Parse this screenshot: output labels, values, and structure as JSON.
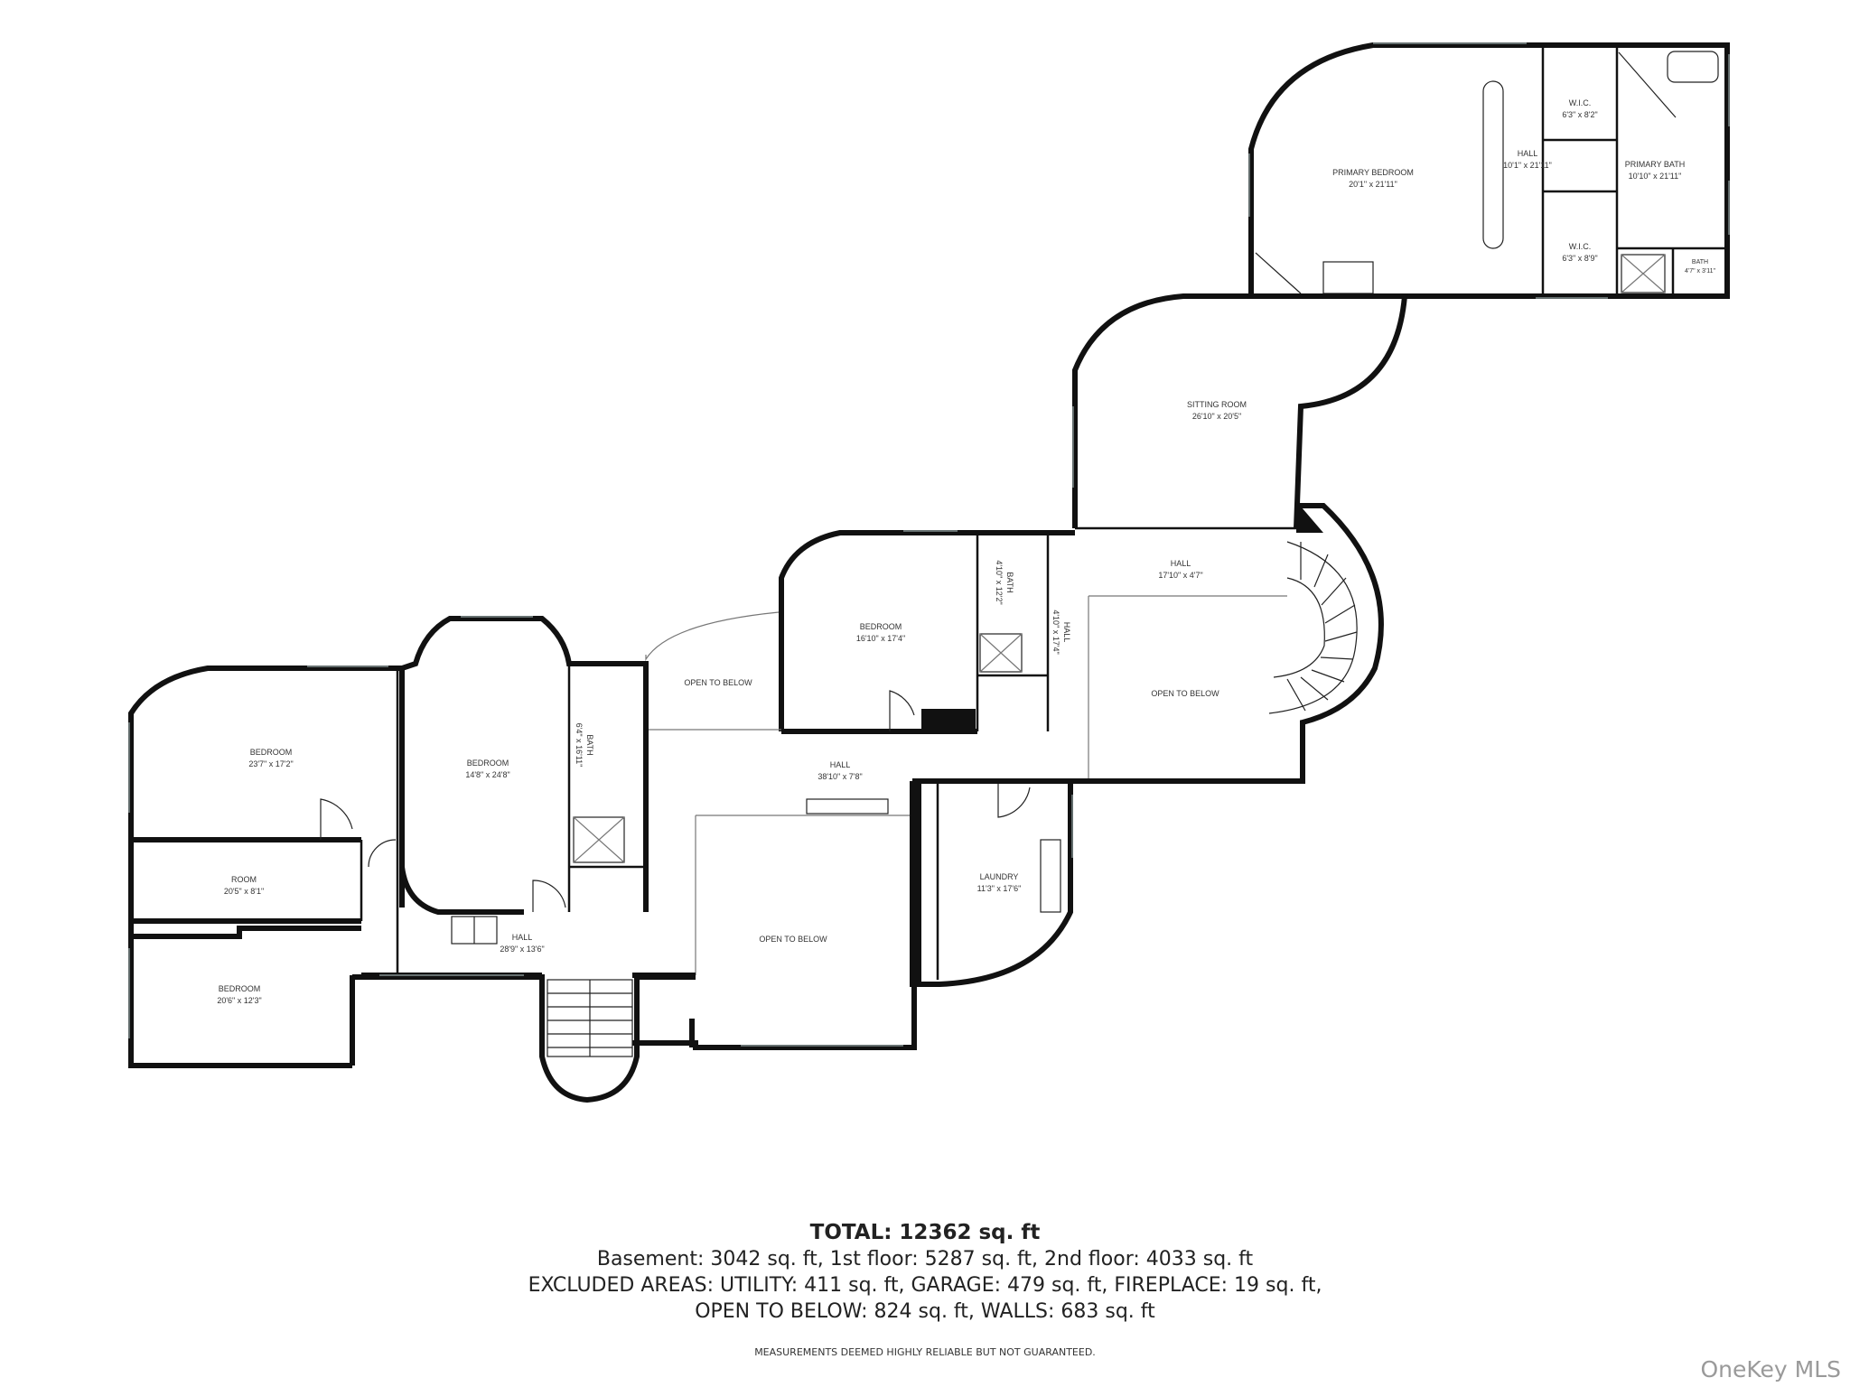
{
  "rooms": {
    "primary_bedroom": {
      "name": "PRIMARY BEDROOM",
      "dim": "20'1\" x 21'11\""
    },
    "hall_primary": {
      "name": "HALL",
      "dim": "10'1\" x 21'11\""
    },
    "wic_top": {
      "name": "W.I.C.",
      "dim": "6'3\" x 8'2\""
    },
    "wic_bottom": {
      "name": "W.I.C.",
      "dim": "6'3\" x 8'9\""
    },
    "primary_bath": {
      "name": "PRIMARY BATH",
      "dim": "10'10\" x 21'11\""
    },
    "bath_small": {
      "name": "BATH",
      "dim": "4'7\" x 3'11\""
    },
    "sitting_room": {
      "name": "SITTING ROOM",
      "dim": "26'10\" x 20'5\""
    },
    "hall_upper": {
      "name": "HALL",
      "dim": "17'10\" x 4'7\""
    },
    "hall_vertical": {
      "name": "HALL",
      "dim": "4'10\" x 17'4\""
    },
    "bath_mid": {
      "name": "BATH",
      "dim": "4'10\" x 12'2\""
    },
    "bedroom_mid": {
      "name": "BEDROOM",
      "dim": "16'10\" x 17'4\""
    },
    "open_below_1": {
      "name": "OPEN TO BELOW",
      "dim": ""
    },
    "open_below_2": {
      "name": "OPEN TO BELOW",
      "dim": ""
    },
    "open_below_3": {
      "name": "OPEN TO BELOW",
      "dim": ""
    },
    "hall_main": {
      "name": "HALL",
      "dim": "38'10\" x 7'8\""
    },
    "laundry": {
      "name": "LAUNDRY",
      "dim": "11'3\" x 17'6\""
    },
    "bedroom_left": {
      "name": "BEDROOM",
      "dim": "23'7\" x 17'2\""
    },
    "bedroom_center": {
      "name": "BEDROOM",
      "dim": "14'8\" x 24'8\""
    },
    "bath_left": {
      "name": "BATH",
      "dim": "6'4\" x 16'11\""
    },
    "room": {
      "name": "ROOM",
      "dim": "20'5\" x 8'1\""
    },
    "bedroom_bottom": {
      "name": "BEDROOM",
      "dim": "20'6\" x 12'3\""
    },
    "hall_bottom": {
      "name": "HALL",
      "dim": "28'9\" x 13'6\""
    }
  },
  "summary": {
    "total": "TOTAL: 12362 sq. ft",
    "line1": "Basement: 3042 sq. ft, 1st floor: 5287 sq. ft, 2nd floor: 4033 sq. ft",
    "line2": "EXCLUDED AREAS: UTILITY: 411 sq. ft, GARAGE: 479 sq. ft, FIREPLACE: 19 sq. ft,",
    "line3": "OPEN TO BELOW: 824 sq. ft, WALLS: 683 sq. ft"
  },
  "disclaimer": "MEASUREMENTS DEEMED HIGHLY RELIABLE BUT NOT GUARANTEED.",
  "watermark": "OneKey MLS"
}
